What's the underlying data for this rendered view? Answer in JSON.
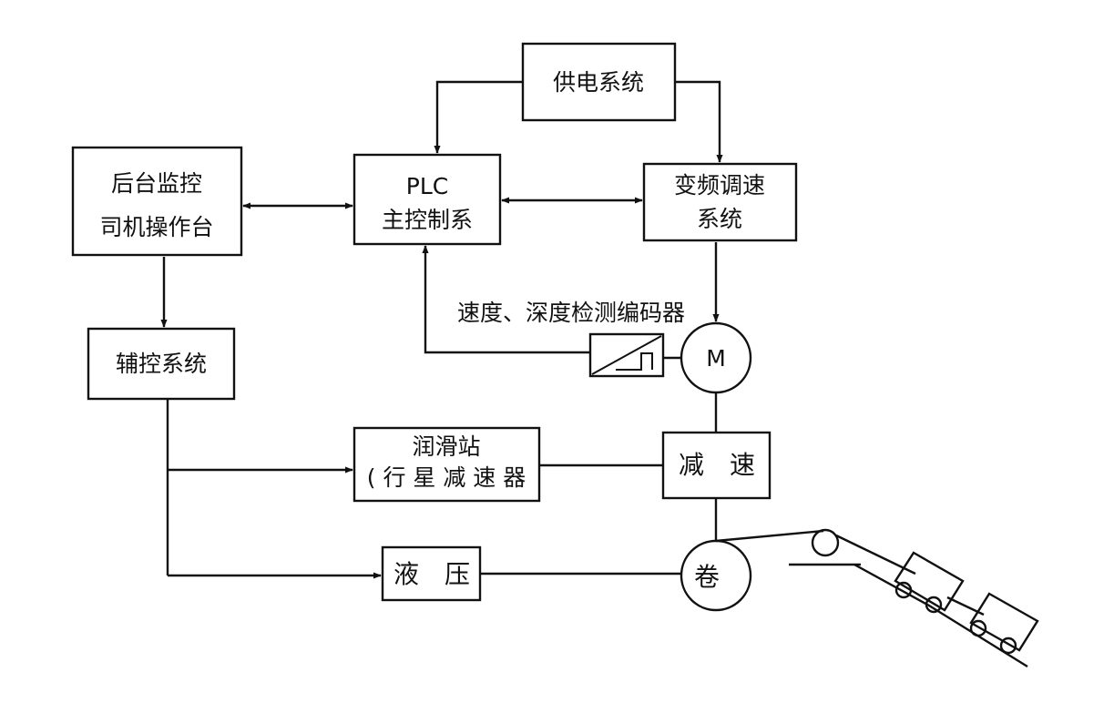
{
  "blocks": {
    "power_supply": "供电系统",
    "backend_monitor_line1": "后台监控",
    "backend_monitor_line2": "司机操作台",
    "plc_line1": "PLC",
    "plc_line2": "主控制系",
    "vfd_line1": "变频调速",
    "vfd_line2": "系统",
    "aux_control": "辅控系统",
    "lube_line1": "润滑站",
    "lube_line2": "( 行 星 减 速 器",
    "reducer": "减　速",
    "hydraulic": "液　压"
  },
  "labels": {
    "encoder": "速度、深度检测编码器",
    "motor": "M",
    "drum": "卷"
  },
  "colors": {
    "line": "#111111",
    "background": "#ffffff"
  }
}
